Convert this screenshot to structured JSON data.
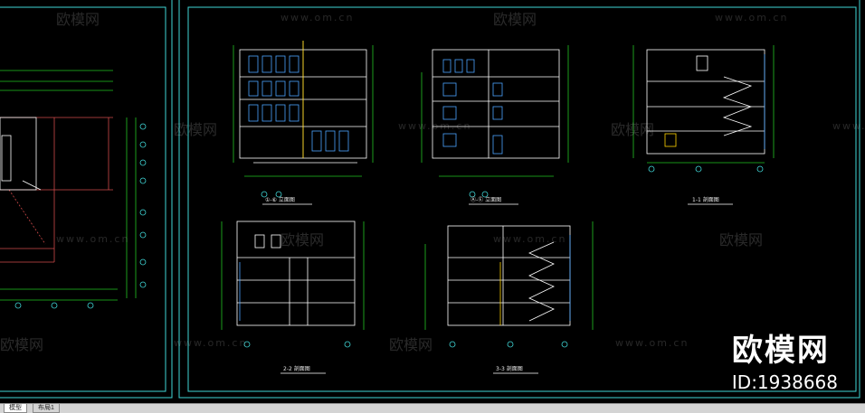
{
  "watermark": {
    "brand_text": "欧模网",
    "url_text": "www.om.cn",
    "id_text": "ID:1938668"
  },
  "drawing_titles": {
    "elev_1": "①-⑥ 立面图",
    "elev_2": "Ⓐ-Ⓔ 立面图",
    "sect_1": "1-1 剖面图",
    "sect_2": "2-2 剖面图",
    "sect_3": "3-3 剖面图"
  },
  "tabs": [
    {
      "label": "模型",
      "active": true
    },
    {
      "label": "布局1",
      "active": false
    }
  ],
  "colors": {
    "background": "#000000",
    "frame": "#3fd6d6",
    "building": "#ffffff",
    "dimension": "#22c322",
    "accent": "#ffd400",
    "window": "#4aa3ff",
    "red": "#d04a4a"
  }
}
